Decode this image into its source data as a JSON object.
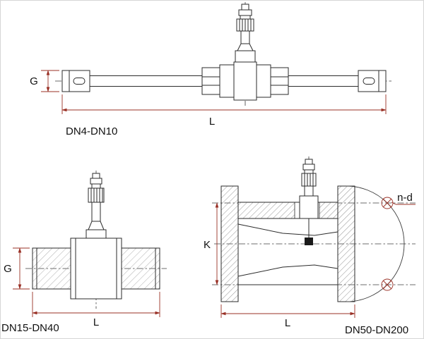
{
  "colors": {
    "drawing_line": "#2b2b2b",
    "dimension_line": "#993025",
    "background": "#ffffff"
  },
  "views": {
    "dn4_dn10": {
      "label": "DN4-DN10",
      "dim_g": "G",
      "dim_l": "L"
    },
    "dn15_dn40": {
      "label": "DN15-DN40",
      "dim_g": "G",
      "dim_l": "L"
    },
    "dn50_dn200": {
      "label": "DN50-DN200",
      "dim_k": "K",
      "dim_l": "L",
      "dim_nd": "n-d"
    }
  }
}
